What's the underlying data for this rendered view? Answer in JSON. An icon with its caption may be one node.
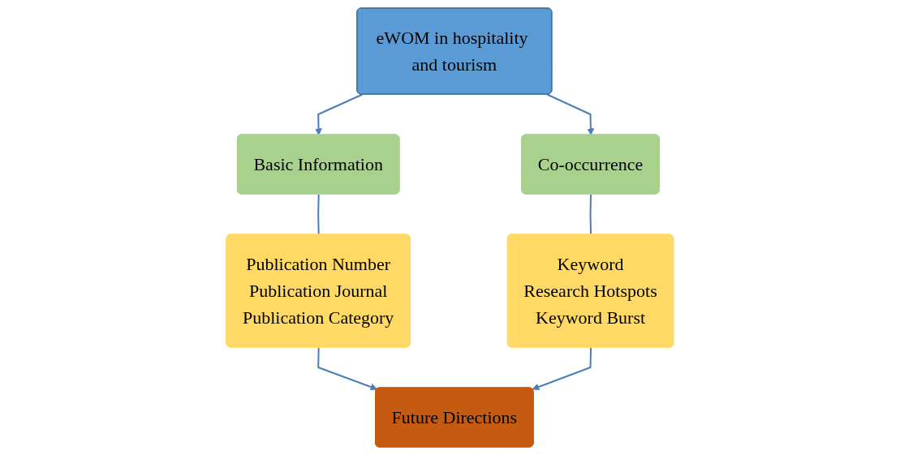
{
  "diagram": {
    "nodes": [
      {
        "text": [
          "eWOM in hospitality and tourism"
        ]
      },
      {
        "text": [
          "Basic Information"
        ]
      },
      {
        "text": [
          "Co-occurrence"
        ]
      },
      {
        "text": [
          "Publication Number",
          "Publication Journal",
          "Publication Category"
        ]
      },
      {
        "text": [
          "Keyword",
          "Research Hotspots",
          "Keyword Burst"
        ]
      },
      {
        "text": [
          "Future Directions"
        ]
      }
    ],
    "edges": [
      {
        "from": 0,
        "to": 1,
        "arrow": "to"
      },
      {
        "from": 0,
        "to": 2,
        "arrow": "to"
      },
      {
        "from": 1,
        "to": 3,
        "arrow": "none"
      },
      {
        "from": 2,
        "to": 4,
        "arrow": "none"
      },
      {
        "from": 3,
        "to": 5,
        "arrow": "to"
      },
      {
        "from": 4,
        "to": 5,
        "arrow": "to"
      }
    ]
  }
}
